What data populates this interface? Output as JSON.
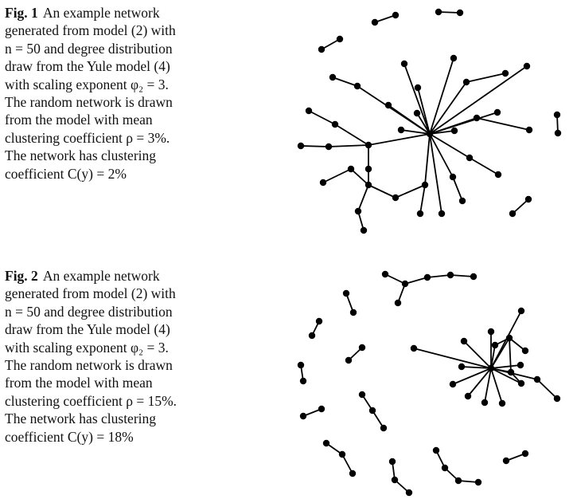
{
  "figures": [
    {
      "label": "Fig. 1",
      "lines": [
        "An example network",
        "generated from model (2) with",
        "n = 50 and degree distribution",
        "draw from the Yule model (4)",
        "with scaling exponent φ₂ = 3.",
        "The random network is drawn",
        "from the model with mean",
        "clustering coefficient ρ = 3%.",
        "The network has clustering",
        "coefficient C(y) = 2%"
      ]
    },
    {
      "label": "Fig. 2",
      "lines": [
        "An example network",
        "generated from model (2) with",
        "n = 50 and degree distribution",
        "draw from the Yule model (4)",
        "with scaling exponent φ₂ = 3.",
        "The random network is drawn",
        "from the model with mean",
        "clustering coefficient ρ = 15%.",
        "The network has clustering",
        "coefficient C(y) = 18%"
      ]
    }
  ]
}
